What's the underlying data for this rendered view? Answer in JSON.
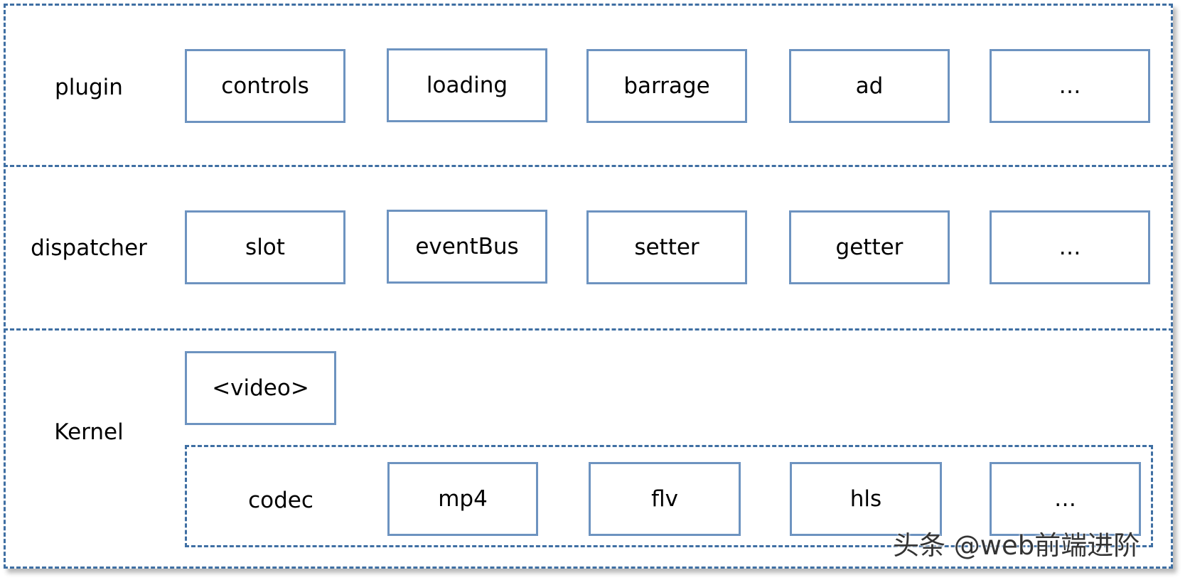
{
  "layers": {
    "plugin": {
      "label": "plugin",
      "items": [
        "controls",
        "loading",
        "barrage",
        "ad",
        "…"
      ]
    },
    "dispatcher": {
      "label": "dispatcher",
      "items": [
        "slot",
        "eventBus",
        "setter",
        "getter",
        "…"
      ]
    },
    "kernel": {
      "label": "Kernel",
      "video": "<video>",
      "codec": {
        "label": "codec",
        "items": [
          "mp4",
          "flv",
          "hls",
          "…"
        ]
      }
    }
  },
  "watermark": "头条 @web前端进阶",
  "colors": {
    "dashed_border": "#3f6fa3",
    "box_border": "#6d93c0"
  }
}
